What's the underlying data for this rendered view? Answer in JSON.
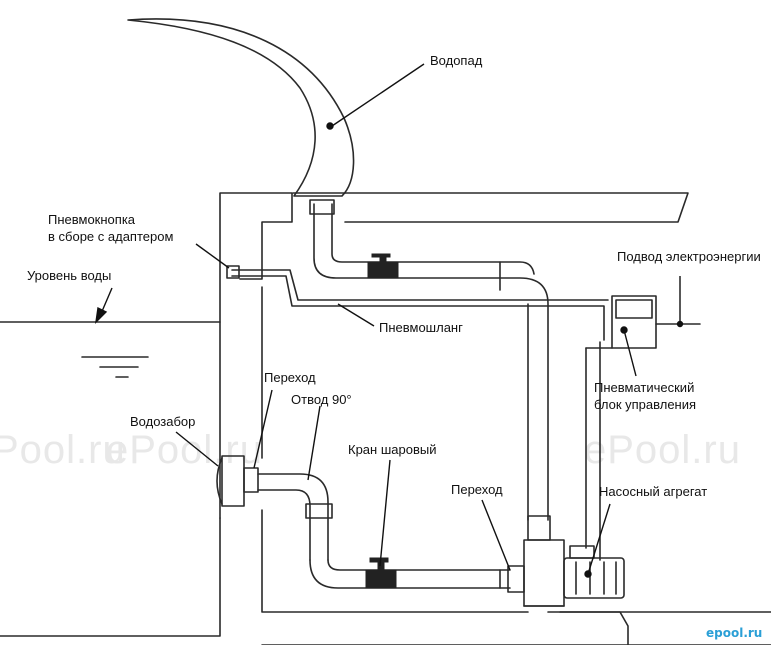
{
  "colors": {
    "line": "#2a2a2a",
    "valve": "#222222",
    "watermark": "#e8e8e8",
    "watermark_small": "#2a9fd6"
  },
  "watermarks": {
    "left": "Pool.ru",
    "center": "ePool.ru",
    "right": "ePool.ru",
    "corner": "epool.ru"
  },
  "labels": {
    "waterfall": "Водопад",
    "pneumobutton_line1": "Пневмокнопка",
    "pneumobutton_line2": "в сборе с адаптером",
    "water_level": "Уровень воды",
    "pneumohose": "Пневмошланг",
    "power_supply": "Подвод электроэнергии",
    "control_unit_line1": "Пневматический",
    "control_unit_line2": "блок управления",
    "transition_top": "Переход",
    "elbow": "Отвод 90°",
    "intake": "Водозабор",
    "ball_valve": "Кран шаровый",
    "transition_bottom": "Переход",
    "pump_unit": "Насосный агрегат"
  }
}
